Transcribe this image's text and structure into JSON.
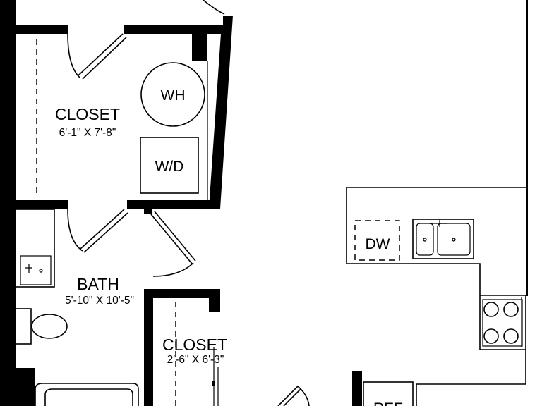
{
  "rooms": [
    {
      "name": "CLOSET",
      "dimensions": "6'-1\" X 7'-8\""
    },
    {
      "name": "BATH",
      "dimensions": "5'-10\" X 10'-5\""
    },
    {
      "name": "CLOSET",
      "dimensions": "2'-6\" X 6'-3\""
    }
  ],
  "fixtures": {
    "water_heater": "WH",
    "washer_dryer": "W/D",
    "dishwasher": "DW",
    "refrigerator": "REF"
  },
  "colors": {
    "wall": "#000000",
    "background": "#ffffff"
  }
}
